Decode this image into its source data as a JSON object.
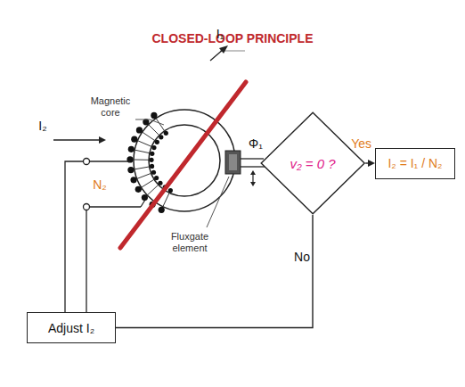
{
  "diagram": {
    "title": "CLOSED-LOOP PRINCIPLE",
    "nodes": [
      {
        "text": [
          "v₂ = 0 ?"
        ]
      },
      {
        "text": [
          "I₂ = I₁ / N₂"
        ]
      },
      {
        "text": [
          "Adjust I₂"
        ]
      }
    ],
    "edges": [
      {
        "from": 0,
        "to": 1,
        "label": "Yes",
        "arrow": "to"
      },
      {
        "from": 0,
        "to": 2,
        "label": "No",
        "arrow": "none"
      }
    ],
    "labels": [
      "I₁",
      "I₂",
      "Magnetic core",
      "N₂",
      "Φ₁",
      "Fluxgate element"
    ]
  }
}
